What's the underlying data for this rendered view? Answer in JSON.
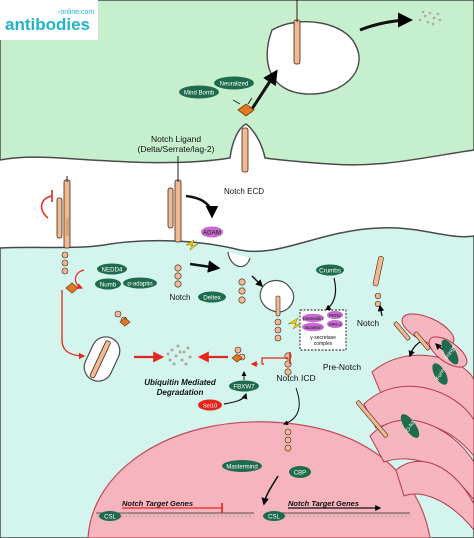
{
  "logo": {
    "brand": "antibodies",
    "suffix": "-online.com"
  },
  "signal_cell": {
    "ligand_label": "Notch Ligand",
    "ligand_sublabel": "(Delta/Serrate/lag-2)",
    "ecd_label": "Notch ECD",
    "mind_bomb": "Mind Bomb",
    "neuralized": "Neuralized"
  },
  "membrane_proteins": {
    "adam": "ADAM",
    "notch": "Notch",
    "deltex": "Deltex",
    "nedd4": "NEDD4",
    "numb": "Numb",
    "alpha_adaptin": "α-adaptin",
    "crumbs": "Crumbs"
  },
  "gamma_secretase": {
    "presenilin": "presenilin",
    "nicastrin": "nicastrin",
    "pen2": "PEN2",
    "aph1": "APH-1",
    "label": "γ-secretase",
    "label2": "complex"
  },
  "intracellular": {
    "notch_icd": "Notch ICD",
    "fbxw7": "FBXW7",
    "sel10": "Sel10",
    "degradation_line1": "Ubiquitin Mediated",
    "degradation_line2": "Degradation"
  },
  "golgi": {
    "pre_notch": "Pre-Notch",
    "notch": "Notch",
    "furin": "Furin",
    "fringe": "Fringe",
    "ofut": "O-fut"
  },
  "nucleus": {
    "mastermind": "Mastermind",
    "cbp": "CBP",
    "csl_left": "CSL",
    "csl_right": "CSL",
    "target_genes_off": "Notch Target Genes",
    "target_genes_on": "Notch Target Genes"
  }
}
